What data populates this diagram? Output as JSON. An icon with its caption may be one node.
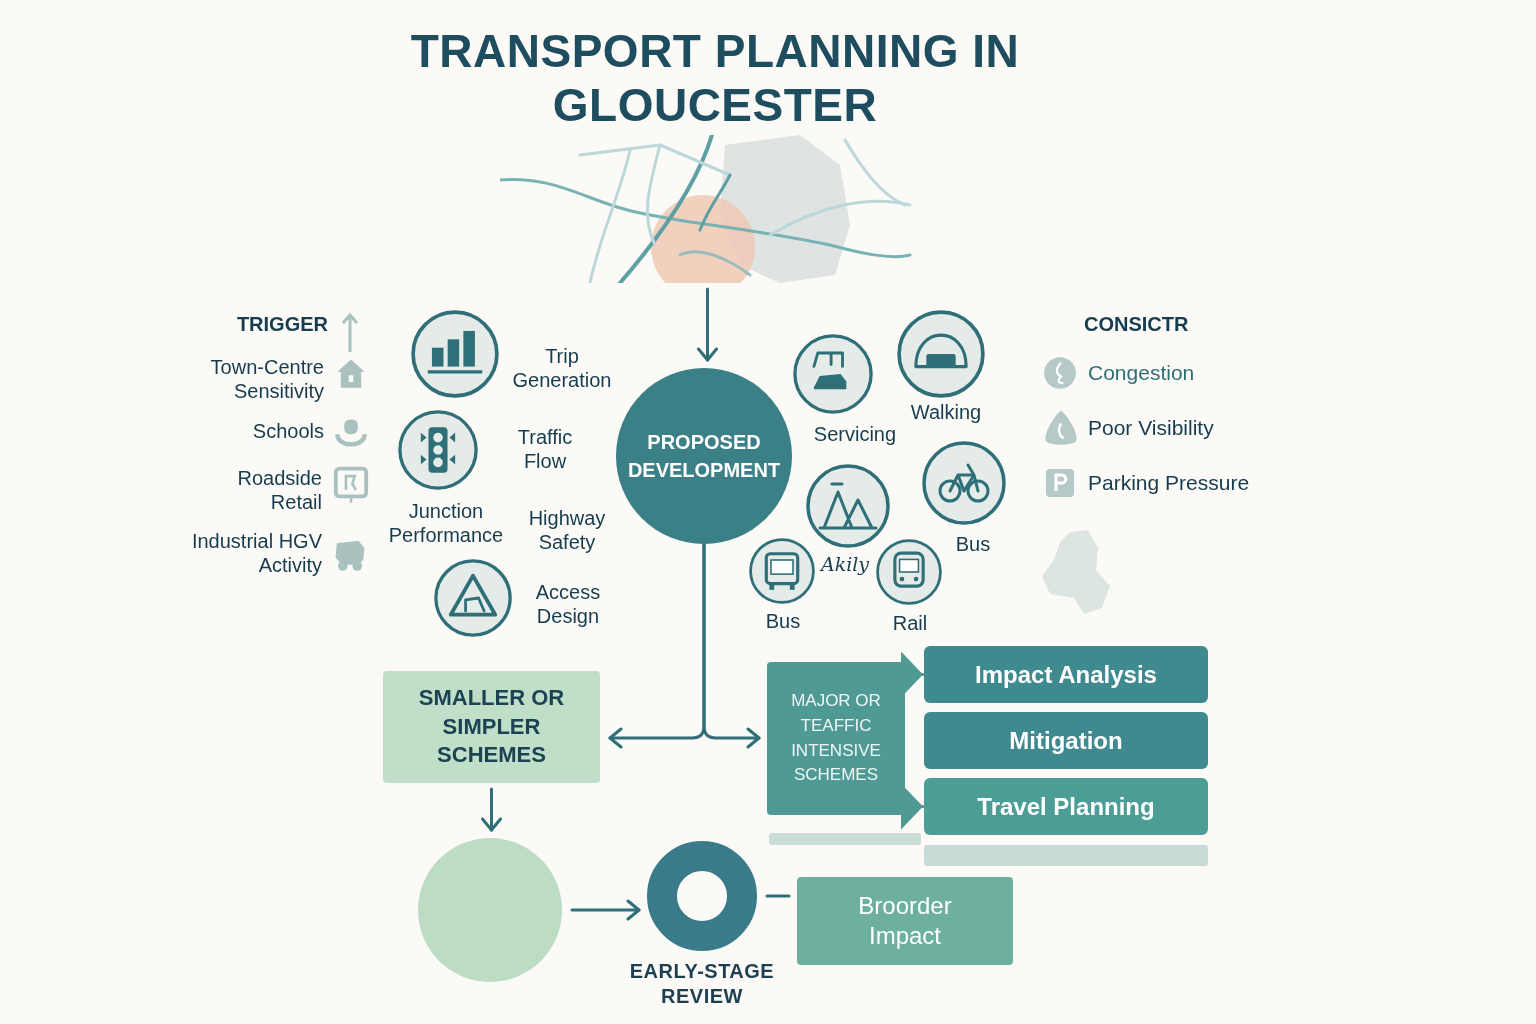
{
  "diagram": {
    "title": "TRANSPORT PLANNING IN GLOUCESTER",
    "nodes": [
      {
        "text": [],
        "shape": "picture"
      },
      {
        "text": [
          "PROPOSED DEVELOPMENT"
        ]
      },
      {
        "text": [
          "SMALLER OR SIMPLER SCHEMES"
        ]
      },
      {
        "text": [
          "MAJOR OR TEAFFIC INTENSIVE SCHEMES"
        ]
      },
      {
        "text": [
          "Impact Analysis"
        ]
      },
      {
        "text": [
          "Mitigation"
        ]
      },
      {
        "text": [
          "Travel Planning"
        ]
      },
      {
        "text": [],
        "shape": "circle"
      },
      {
        "text": [
          "EARLY-STAGE REVIEW"
        ]
      },
      {
        "text": [
          "Broorder Impact"
        ]
      },
      {
        "text": [],
        "shape": "picture"
      }
    ],
    "edges": [
      {
        "from": 0,
        "to": 1,
        "arrow": "to"
      },
      {
        "from": 1,
        "to": 2,
        "arrow": "to"
      },
      {
        "from": 1,
        "to": 3,
        "arrow": "to"
      },
      {
        "from": 3,
        "to": 4,
        "arrow": "to"
      },
      {
        "from": 3,
        "to": 6,
        "arrow": "to"
      },
      {
        "from": 2,
        "to": 7,
        "arrow": "to"
      },
      {
        "from": 7,
        "to": 8,
        "arrow": "to"
      },
      {
        "from": 8,
        "to": 9,
        "arrow": "none"
      }
    ],
    "labels": [
      "TRIGGER",
      "Town-Centre Sensitivity",
      "Schools",
      "Roadside Retail",
      "Industrial HGV Activity",
      "Trip Generation",
      "Traffic Flow",
      "Junction Performance",
      "Highway Safety",
      "Access Design",
      "Servicing",
      "Walking",
      "Bus",
      "Akily",
      "Bus",
      "Rail",
      "CONSICTR",
      "Congestion",
      "Poor Visibility",
      "Parking Pressure"
    ]
  }
}
